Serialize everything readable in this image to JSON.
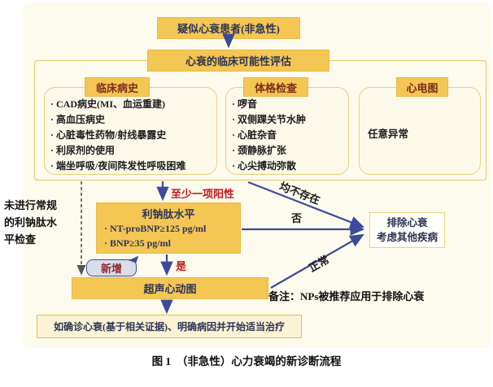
{
  "palette": {
    "gold": "#f4c653",
    "panel_bg": "#fdfaee",
    "arrow_blue": "#3d4a9b",
    "red_label": "#c3181c",
    "header_red": "#7d2b1d",
    "dark_navy_text": "#2d3456"
  },
  "nodes": {
    "suspected": {
      "label": "疑似心衰患者(非急性)"
    },
    "assessment": {
      "label": "心衰的临床可能性评估"
    },
    "history": {
      "title": "临床病史",
      "items": [
        "CAD病史(MI、血运重建)",
        "高血压病史",
        "心脏毒性药物/射线暴露史",
        "利尿剂的使用",
        "端坐呼吸/夜间阵发性呼吸困难"
      ]
    },
    "physical": {
      "title": "体格检查",
      "items": [
        "啰音",
        "双侧踝关节水肿",
        "心脏杂音",
        "颈静脉扩张",
        "心尖搏动弥散"
      ]
    },
    "ecg": {
      "title": "心电图",
      "content": "任意异常"
    },
    "bnp": {
      "title": "利钠肽水平",
      "items": [
        "NT-proBNP≥125 pg/ml",
        "BNP≥35 pg/ml"
      ]
    },
    "echo": {
      "label": "超声心动图"
    },
    "confirm": {
      "label": "如确诊心衰(基于相关证据)、明确病因并开始适当治疗"
    },
    "exclude": {
      "line1": "排除心衰",
      "line2": "考虑其他疾病"
    }
  },
  "edge_labels": {
    "at_least_one_positive": "至少一项阳性",
    "yes": "是",
    "no": "否",
    "none_present": "均不存在",
    "normal": "正常",
    "no_routine_test": "未进行常规的利钠肽水平检查"
  },
  "badge_new": "新增",
  "note": "备注：NPs被推荐应用于排除心衰",
  "caption": "图 1　（非急性）心力衰竭的新诊断流程"
}
